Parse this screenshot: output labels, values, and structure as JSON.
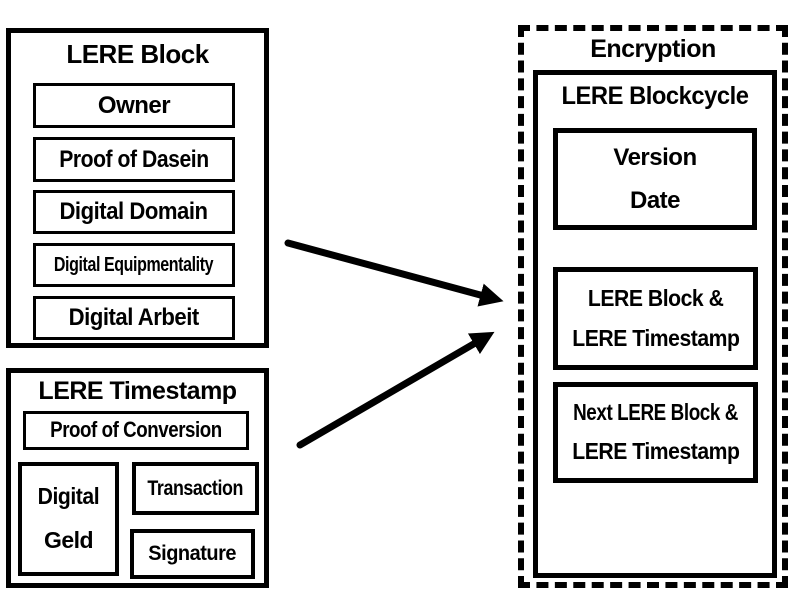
{
  "colors": {
    "ink": "#000000",
    "background": "#ffffff"
  },
  "lere_block": {
    "title": "LERE Block",
    "items": [
      "Owner",
      "Proof of Dasein",
      "Digital Domain",
      "Digital Equipmentality",
      "Digital Arbeit"
    ]
  },
  "lere_timestamp": {
    "title": "LERE Timestamp",
    "proof_of_conversion": "Proof of Conversion",
    "digital_geld": {
      "line1": "Digital",
      "line2": "Geld"
    },
    "transaction": "Transaction",
    "signature": "Signature"
  },
  "encryption": {
    "title": "Encryption",
    "blockcycle": {
      "title": "LERE Blockcycle",
      "version_date": {
        "line1": "Version",
        "line2": "Date"
      },
      "current": {
        "line1": "LERE Block &",
        "line2": "LERE Timestamp"
      },
      "next": {
        "line1": "Next LERE Block &",
        "line2": "LERE Timestamp"
      }
    }
  },
  "arrows": [
    {
      "from": "LERE Block",
      "to": "Encryption / LERE Blockcycle"
    },
    {
      "from": "LERE Timestamp",
      "to": "Encryption / LERE Blockcycle"
    }
  ]
}
